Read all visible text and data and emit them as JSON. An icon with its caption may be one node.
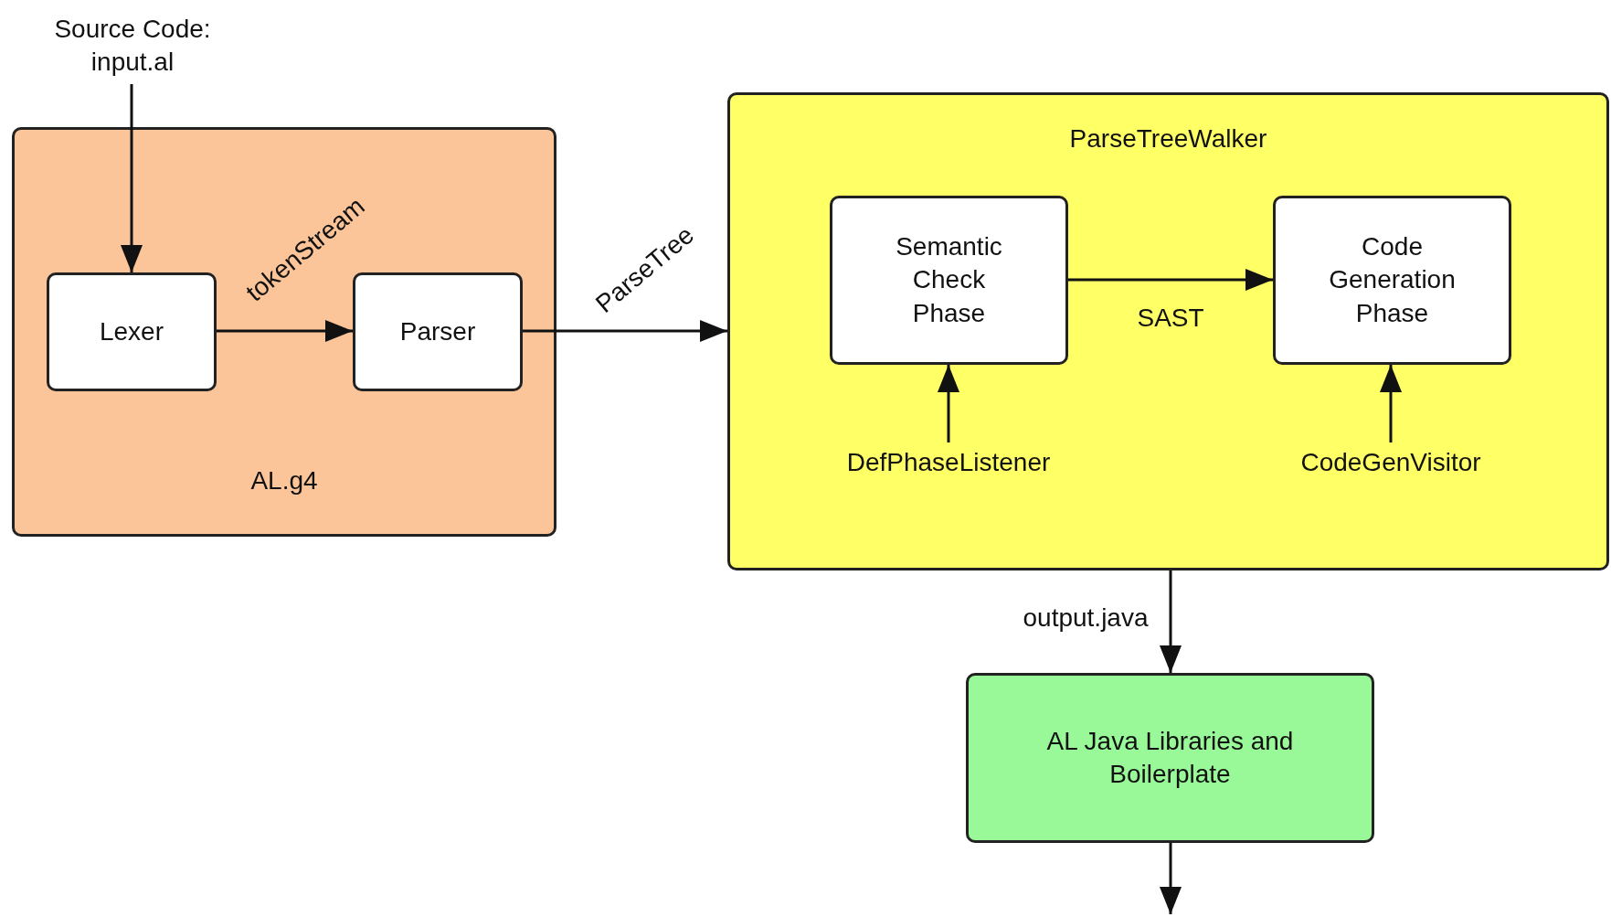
{
  "diagram": {
    "nodes": [
      {
        "text": [
          "Source Code: input.al"
        ]
      },
      {
        "text": [
          "AL.g4"
        ]
      },
      {
        "text": [
          "Lexer"
        ],
        "in": 1
      },
      {
        "text": [
          "Parser"
        ],
        "in": 1
      },
      {
        "text": [
          "ParseTreeWalker"
        ]
      },
      {
        "text": [
          "Semantic Check Phase"
        ],
        "in": 4
      },
      {
        "text": [
          "Code Generation Phase"
        ],
        "in": 4
      },
      {
        "text": [
          "DefPhaseListener"
        ],
        "in": 4
      },
      {
        "text": [
          "CodeGenVisitor"
        ],
        "in": 4
      },
      {
        "text": [
          "AL Java Libraries and Boilerplate"
        ]
      }
    ],
    "edges": [
      {
        "from": 0,
        "to": 2,
        "arrow": "to"
      },
      {
        "from": 2,
        "to": 3,
        "label": "tokenStream",
        "arrow": "to"
      },
      {
        "from": 3,
        "to": 4,
        "label": "ParseTree",
        "arrow": "to"
      },
      {
        "from": 5,
        "to": 6,
        "label": "SAST",
        "arrow": "to"
      },
      {
        "from": 7,
        "to": 5,
        "arrow": "to"
      },
      {
        "from": 8,
        "to": 6,
        "arrow": "to"
      },
      {
        "from": 4,
        "to": 9,
        "label": "output.java",
        "arrow": "to"
      },
      {
        "from": 9,
        "to": null,
        "arrow": "to"
      }
    ]
  }
}
